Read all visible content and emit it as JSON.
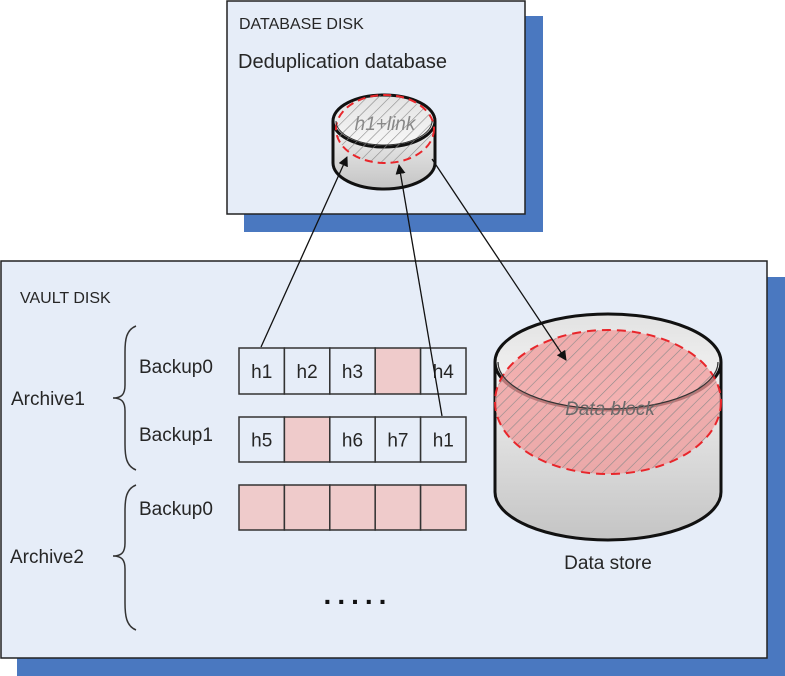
{
  "colors": {
    "panel_fill": "#e6edf8",
    "shadow": "#4a78c0",
    "border": "#333333",
    "pink_cell": "#efcbcb",
    "red_dash": "#e8262b",
    "data_block_fill": "#f29a9a"
  },
  "database_disk": {
    "title": "DATABASE DISK",
    "subtitle": "Deduplication database",
    "cylinder_label": "h1+link"
  },
  "vault_disk": {
    "title": "VAULT DISK",
    "archives": [
      {
        "name": "Archive1",
        "backups": [
          {
            "name": "Backup0",
            "cells": [
              {
                "label": "h1",
                "highlighted": false
              },
              {
                "label": "h2",
                "highlighted": false
              },
              {
                "label": "h3",
                "highlighted": false
              },
              {
                "label": "",
                "highlighted": true
              },
              {
                "label": "h4",
                "highlighted": false
              }
            ]
          },
          {
            "name": "Backup1",
            "cells": [
              {
                "label": "h5",
                "highlighted": false
              },
              {
                "label": "",
                "highlighted": true
              },
              {
                "label": "h6",
                "highlighted": false
              },
              {
                "label": "h7",
                "highlighted": false
              },
              {
                "label": "h1",
                "highlighted": false
              }
            ]
          }
        ]
      },
      {
        "name": "Archive2",
        "backups": [
          {
            "name": "Backup0",
            "cells": [
              {
                "label": "",
                "highlighted": true
              },
              {
                "label": "",
                "highlighted": true
              },
              {
                "label": "",
                "highlighted": true
              },
              {
                "label": "",
                "highlighted": true
              },
              {
                "label": "",
                "highlighted": true
              }
            ]
          }
        ]
      }
    ],
    "ellipsis": ".....",
    "data_store": {
      "label": "Data store",
      "block_label": "Data block"
    }
  },
  "links": [
    {
      "from": "Archive1/Backup0/h1",
      "to": "Deduplication database"
    },
    {
      "from": "Archive1/Backup1/h1",
      "to": "Deduplication database"
    },
    {
      "from": "Deduplication database",
      "to": "Data block"
    }
  ]
}
